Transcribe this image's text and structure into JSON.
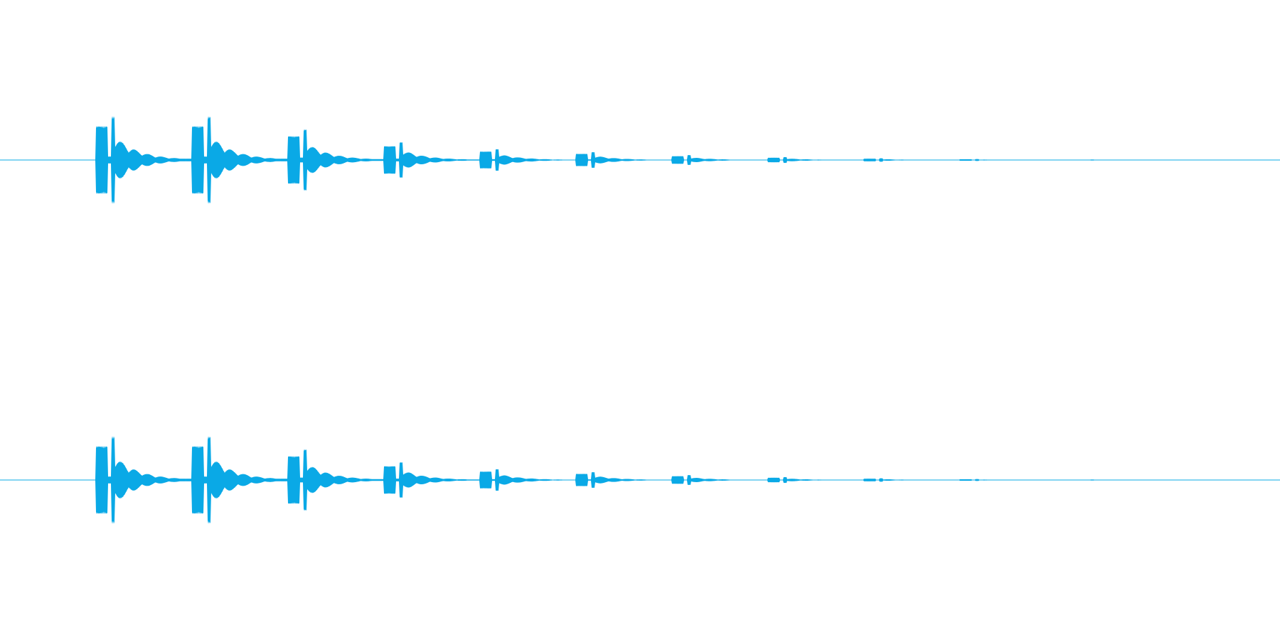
{
  "waveform": {
    "color": "#0aa9e6",
    "background": "#ffffff",
    "channel_count": 2,
    "channels": [
      {
        "channel": "top-channel"
      },
      {
        "channel": "bottom-channel"
      }
    ],
    "note_strikes": [
      {
        "start": 0.075,
        "amplitude": 0.88
      },
      {
        "start": 0.15,
        "amplitude": 0.88
      },
      {
        "start": 0.225,
        "amplitude": 0.62
      },
      {
        "start": 0.3,
        "amplitude": 0.36
      },
      {
        "start": 0.375,
        "amplitude": 0.22
      },
      {
        "start": 0.45,
        "amplitude": 0.16
      },
      {
        "start": 0.525,
        "amplitude": 0.1
      },
      {
        "start": 0.6,
        "amplitude": 0.06
      },
      {
        "start": 0.675,
        "amplitude": 0.035
      },
      {
        "start": 0.75,
        "amplitude": 0.02
      },
      {
        "start": 0.84,
        "amplitude": 0.01
      }
    ]
  }
}
